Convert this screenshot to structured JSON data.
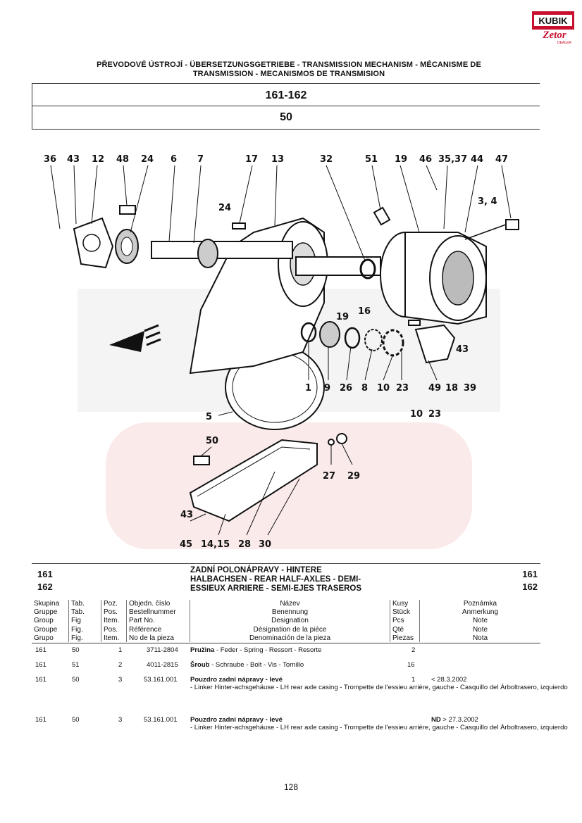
{
  "brand": {
    "logo_text_top": "KUBIK",
    "logo_text_bottom": "Zetor",
    "logo_subtext": "DEALER",
    "color_red": "#c8102e"
  },
  "header": {
    "title_line1": "PŘEVODOVÉ ÚSTROJÍ - ÜBERSETZUNGSGETRIEBE - TRANSMISSION MECHANISM - MÉCANISME DE",
    "title_line2": "TRANSMISSION - MECANISMOS DE TRANSMISION",
    "model": "161-162",
    "figure": "50"
  },
  "diagram": {
    "callouts": [
      "36",
      "43",
      "12",
      "48",
      "24",
      "6",
      "7",
      "17",
      "13",
      "32",
      "51",
      "19",
      "46",
      "35,37",
      "44",
      "47",
      "3, 4",
      "24",
      "16",
      "19",
      "43",
      "1",
      "9",
      "26",
      "8",
      "10",
      "23",
      "49",
      "18",
      "39",
      "10",
      "23",
      "5",
      "50",
      "27",
      "29",
      "43",
      "45",
      "14,15",
      "28",
      "30"
    ]
  },
  "group": {
    "left_1": "161",
    "left_2": "162",
    "right_1": "161",
    "right_2": "162",
    "title_1": "ZADNÍ POLONÁPRAVY - HINTERE",
    "title_2": "HALBACHSEN - REAR HALF-AXLES - DEMI-",
    "title_3": "ESSIEUX ARRIERE - SEMI-EJES TRASEROS"
  },
  "columns": {
    "group": [
      "Skupina",
      "Gruppe",
      "Group",
      "Groupe",
      "Grupo"
    ],
    "fig": [
      "Tab.",
      "Tab.",
      "Fig",
      "Fig.",
      "Fig."
    ],
    "pos": [
      "Poz.",
      "Pos.",
      "Item.",
      "Pos.",
      "Item."
    ],
    "part": [
      "Objedn. číslo",
      "Bestellnummer",
      "Part No.",
      "Référence",
      "No de la pieza"
    ],
    "name": [
      "Název",
      "Benennung",
      "Designation",
      "Désignation de la piéce",
      "Denominación de la pieza"
    ],
    "qty": [
      "Kusy",
      "Stück",
      "Pcs",
      "Qté",
      "Piezas"
    ],
    "note": [
      "Poznámka",
      "Anmerkung",
      "Note",
      "Note",
      "Nota"
    ]
  },
  "rows": [
    {
      "group": "161",
      "fig": "50",
      "pos": "1",
      "part": "3711-2804",
      "name_bold": "Pružina",
      "name_rest": " - Feder - Spring - Ressort - Resorte",
      "qty": "2",
      "note": ""
    },
    {
      "group": "161",
      "fig": "51",
      "pos": "2",
      "part": "4011-2815",
      "name_bold": "Šroub",
      "name_rest": " - Schraube - Bolt - Vis - Tornillo",
      "qty": "16",
      "note": ""
    },
    {
      "group": "161",
      "fig": "50",
      "pos": "3",
      "part": "53.161.001",
      "name_bold": "Pouzdro zadní nápravy - levé",
      "name_rest": " - Linker Hinter-achsgehäuse - LH rear axle casing - Trompette de l'essieu arrière, gauche - Casquillo del Árboltrasero, izquierdo",
      "qty": "1",
      "note": "< 28.3.2002"
    },
    {
      "group": "161",
      "fig": "50",
      "pos": "3",
      "part": "53.161.001",
      "name_bold": "Pouzdro zadní nápravy - levé",
      "name_rest": " - Linker Hinter-achsgehäuse - LH rear axle casing - Trompette de l'essieu arrière, gauche - Casquillo del Árboltrasero, izquierdo",
      "qty": "",
      "note_bold": "ND",
      "note": " > 27.3.2002"
    }
  ],
  "page_number": "128"
}
